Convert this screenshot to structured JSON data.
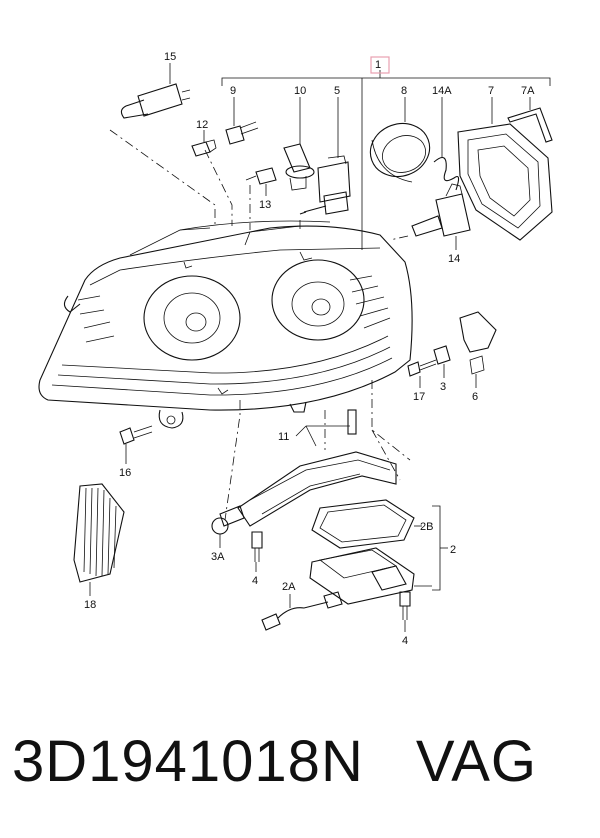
{
  "diagram": {
    "callouts": {
      "c1": "1",
      "c2": "2",
      "c2a": "2A",
      "c2b": "2B",
      "c3": "3",
      "c3a": "3A",
      "c4a": "4",
      "c4b": "4",
      "c5": "5",
      "c6": "6",
      "c7": "7",
      "c7a": "7A",
      "c8": "8",
      "c9": "9",
      "c10": "10",
      "c11": "11",
      "c12": "12",
      "c13": "13",
      "c14": "14",
      "c14a": "14A",
      "c15": "15",
      "c16": "16",
      "c17": "17",
      "c18": "18"
    },
    "highlight_color": "#e8a0b0"
  },
  "footer": {
    "part_number": "3D1941018N",
    "brand": "VAG"
  }
}
